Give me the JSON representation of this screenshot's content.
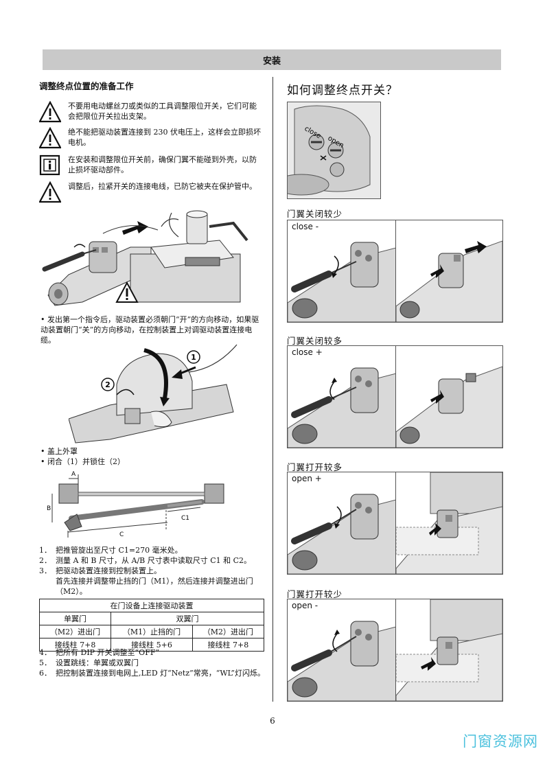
{
  "header": {
    "title": "安装"
  },
  "left": {
    "title": "调整终点位置的准备工作",
    "warnings": [
      {
        "icon": "warning-triangle-icon",
        "text": "不要用电动螺丝刀或类似的工具调整限位开关，它们可能会把限位开关拉出支架。"
      },
      {
        "icon": "warning-triangle-icon",
        "text": "绝不能把驱动装置连接到 230 伏电压上，这样会立即损坏电机。"
      },
      {
        "icon": "info-icon",
        "text": "在安装和调整限位开关前，确保门翼不能碰到外壳，以防止损坏驱动部件。"
      },
      {
        "icon": "warning-triangle-icon",
        "text": "调整后，拉紧开关的连接电线，已防它被夹在保护管中。"
      }
    ],
    "bullet1": "• 发出第一个指令后，驱动装置必须朝门“开”的方向移动，如果驱动装置朝门“关”的方向移动，在控制装置上对调驱动装置连接电缆。",
    "bullets2": [
      "• 盖上外罩",
      "• 闭合（1）并锁住（2）"
    ],
    "callouts": {
      "one": "1",
      "two": "2"
    },
    "dim_labels": {
      "a": "A",
      "b": "B",
      "c": "C",
      "c1": "C1"
    },
    "steps": [
      {
        "num": "1．",
        "text": "把推管旋出至尺寸 C1=270 毫米处。"
      },
      {
        "num": "2．",
        "text": "测量 A 和 B 尺寸，从 A/B 尺寸表中读取尺寸 C1 和 C2。"
      },
      {
        "num": "3．",
        "text": "把驱动装置连接到控制装置上。"
      }
    ],
    "step3_detail": "首先连接并调整带止挡的门（M1），然后连接并调整进出门（M2）。",
    "table": {
      "title": "在门设备上连接驱动装置",
      "single": "单翼门",
      "double": "双翼门",
      "row1": [
        "（M2）进出门",
        "（M1）止挡的门",
        "（M2）进出门"
      ],
      "row2": [
        "接线柱 7+8",
        "接线柱 5+6",
        "接线柱 7+8"
      ]
    },
    "steps_after": [
      {
        "num": "4．",
        "text": "把所有 DIP 开关调整至“OFF”"
      },
      {
        "num": "5．",
        "text": "设置跳线：单翼或双翼门"
      },
      {
        "num": "6．",
        "text": "把控制装置连接到电网上,LED 灯“Netz”常亮，“WL”灯闪烁。"
      }
    ]
  },
  "right": {
    "title": "如何调整终点开关？",
    "switch_labels": {
      "close": "close",
      "open": "open"
    },
    "sections": [
      {
        "heading": "门翼关闭较少",
        "panel_label": "close -"
      },
      {
        "heading": "门翼关闭较多",
        "panel_label": "close +"
      },
      {
        "heading": "门翼打开较多",
        "panel_label": "open +"
      },
      {
        "heading": "门翼打开较少",
        "panel_label": "open -"
      }
    ]
  },
  "footer": {
    "page_number": "6",
    "watermark": "门窗资源网"
  }
}
